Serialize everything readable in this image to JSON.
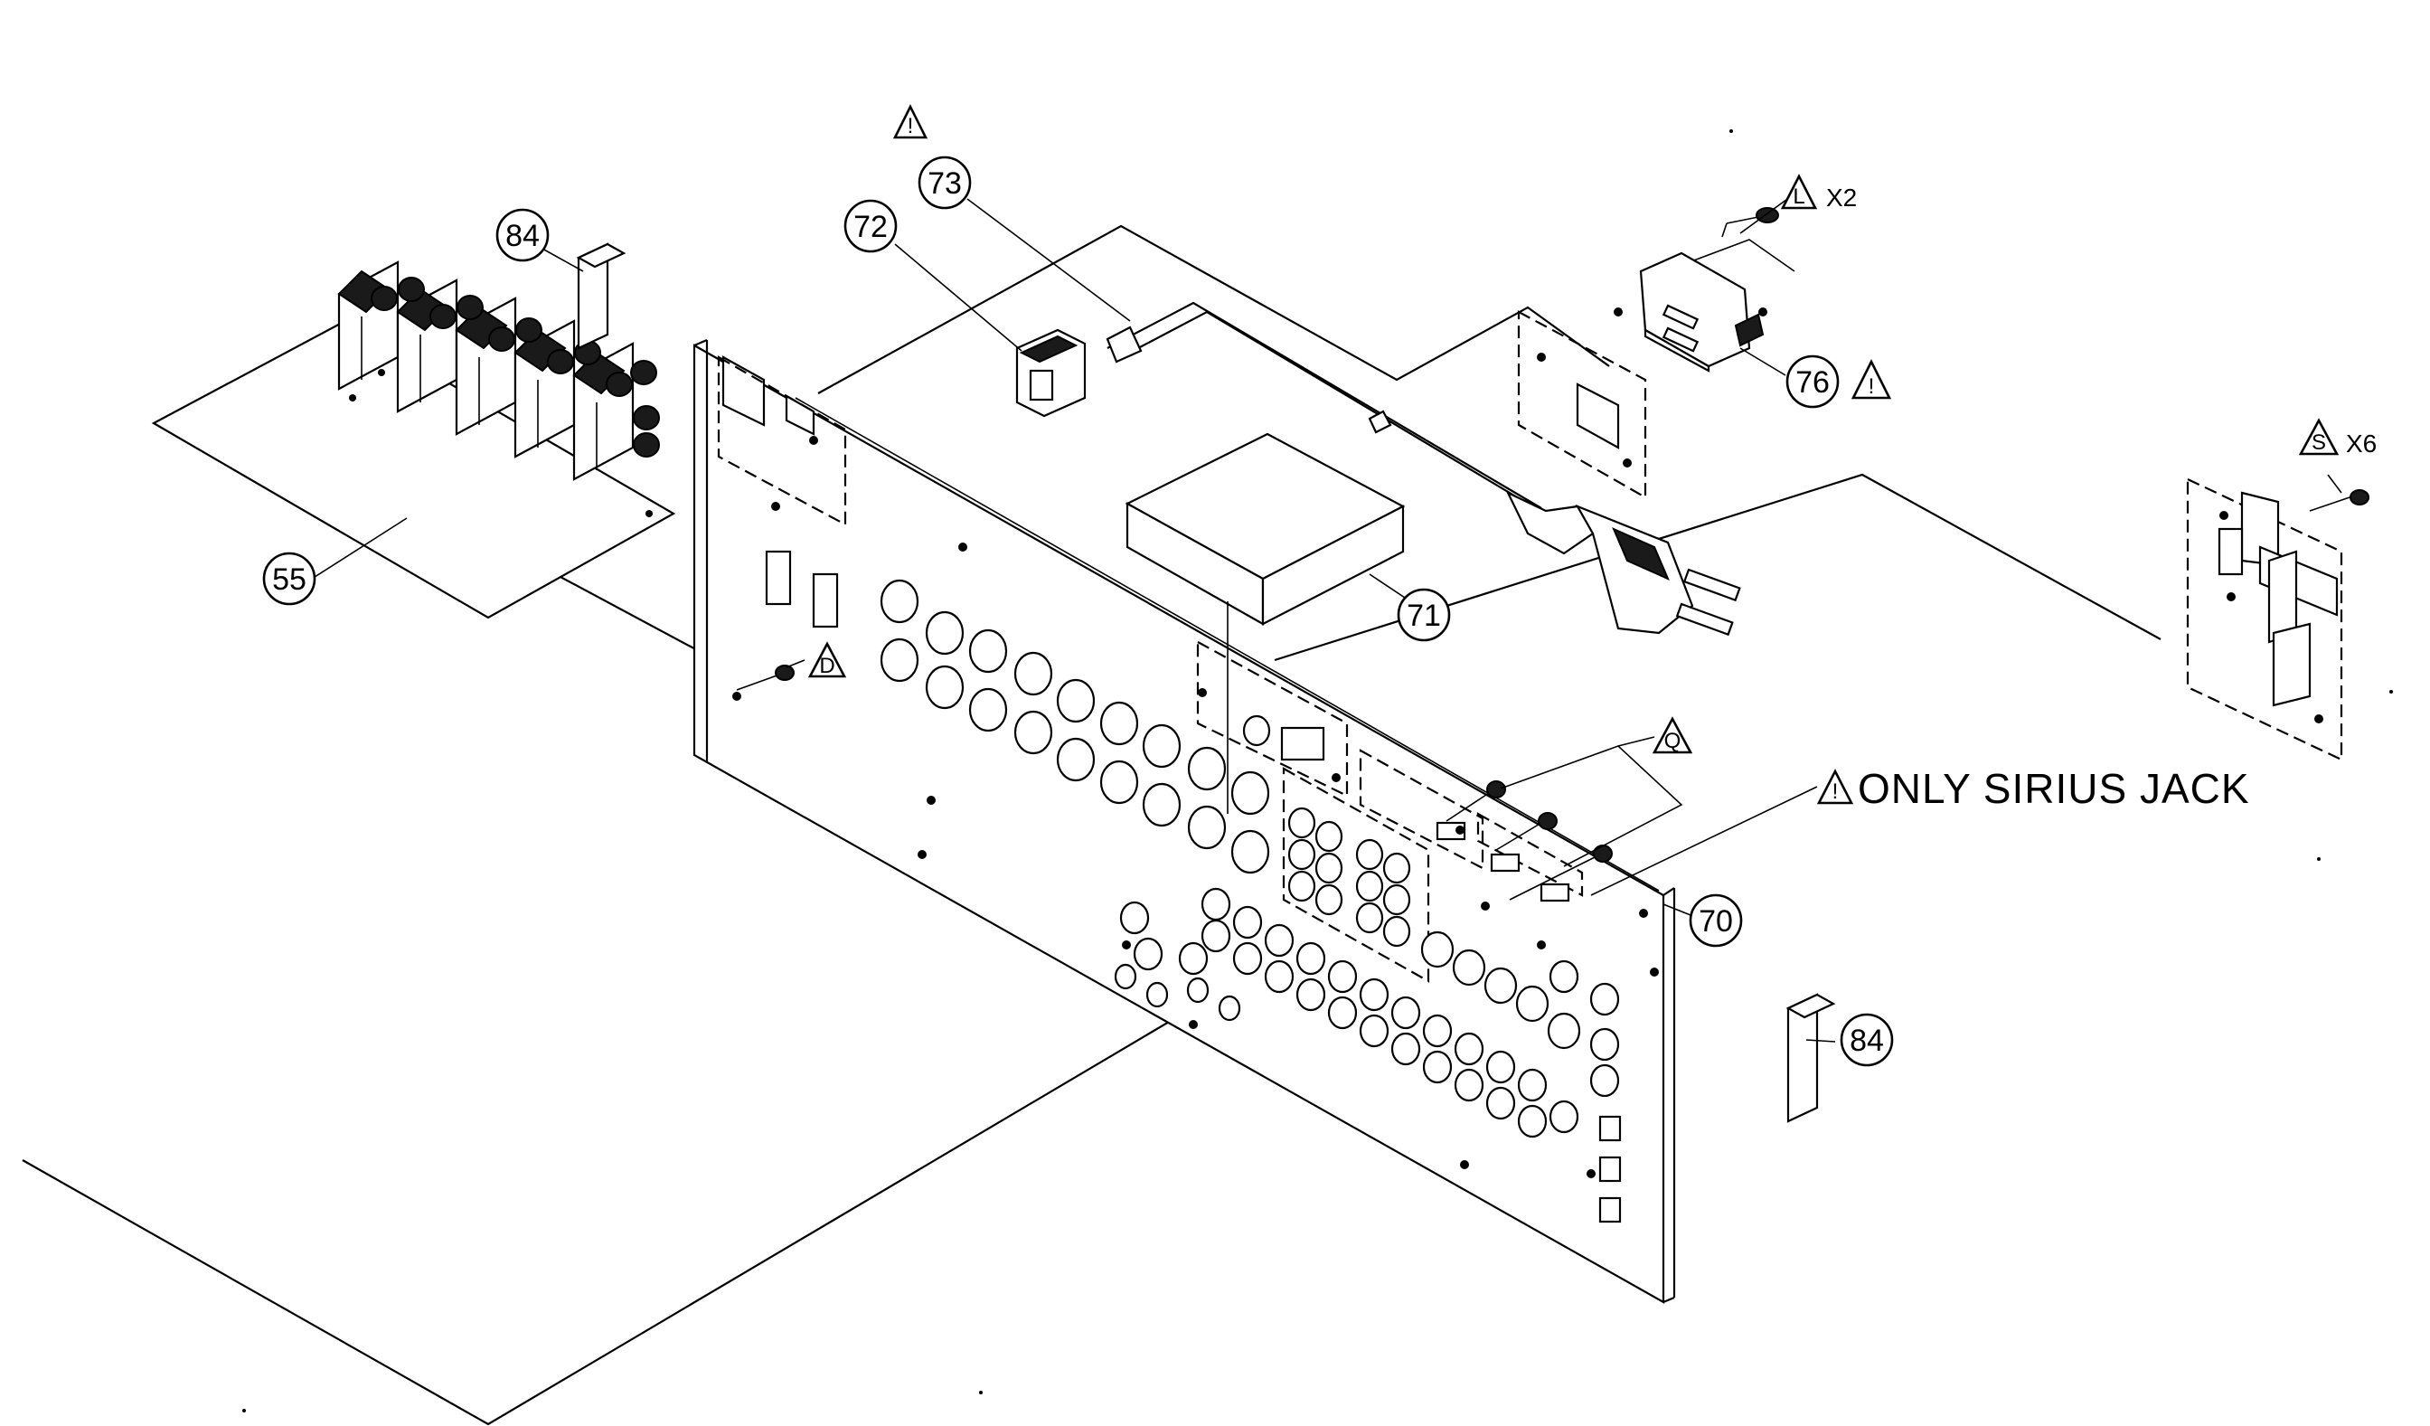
{
  "callouts": {
    "c55": "55",
    "c70": "70",
    "c71": "71",
    "c72": "72",
    "c73": "73",
    "c76": "76",
    "c84a": "84",
    "c84b": "84"
  },
  "warnings": {
    "mark": "!",
    "screw_l": "L",
    "screw_s": "S",
    "screw_d": "D",
    "screw_q": "Q",
    "note_mark": "!"
  },
  "quantities": {
    "l_qty": "X2",
    "s_qty": "X6"
  },
  "notes": {
    "sirius": "ONLY SIRIUS JACK"
  }
}
